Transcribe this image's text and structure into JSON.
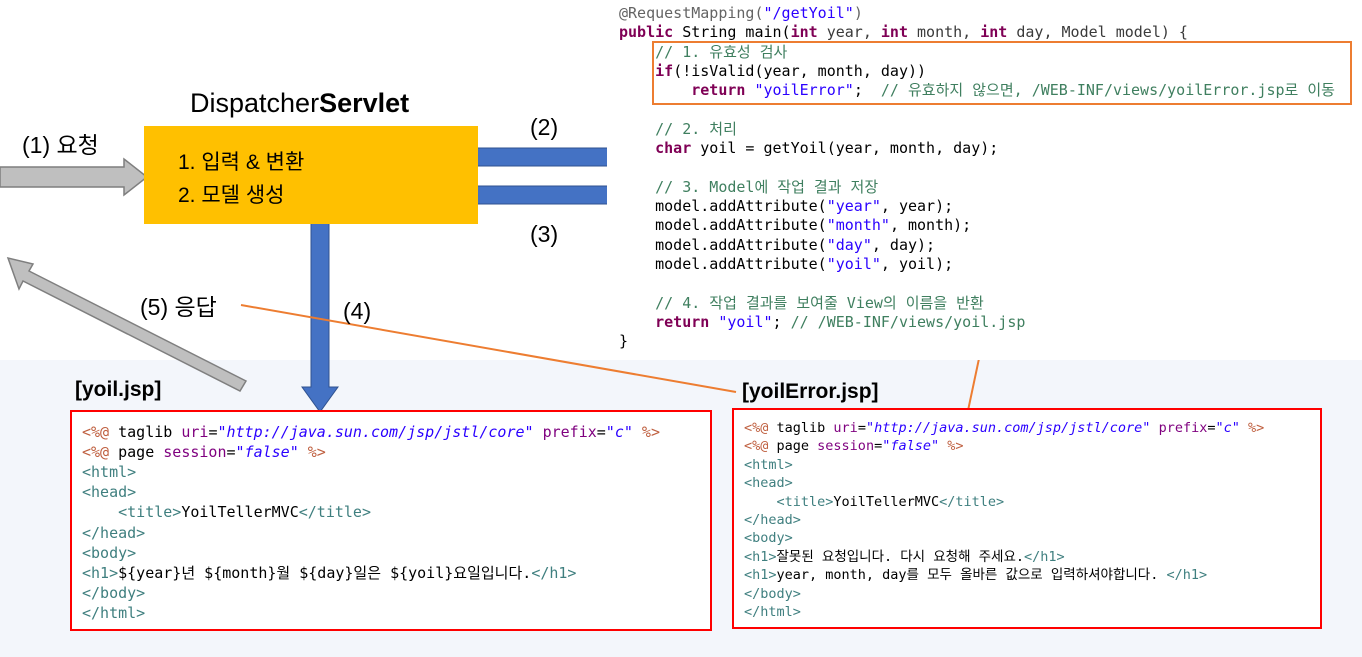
{
  "servlet": {
    "title_plain": "Dispatcher",
    "title_bold": "Servlet",
    "steps": [
      "1. 입력 & 변환",
      "2. 모델 생성"
    ]
  },
  "arrows": {
    "request": "(1) 요청",
    "to_controller": "(2)",
    "from_controller": "(3)",
    "to_view": "(4)",
    "response": "(5) 응답"
  },
  "controller_code": [
    [
      {
        "t": "@RequestMapping(",
        "c": "ann"
      },
      {
        "t": "\"/getYoil\"",
        "c": "str"
      },
      {
        "t": ")",
        "c": "ann"
      }
    ],
    [
      {
        "t": "public",
        "c": "kw"
      },
      {
        "t": " String main(",
        "c": ""
      },
      {
        "t": "int",
        "c": "kw"
      },
      {
        "t": " year, ",
        "c": "varc"
      },
      {
        "t": "int",
        "c": "kw"
      },
      {
        "t": " month, ",
        "c": "varc"
      },
      {
        "t": "int",
        "c": "kw"
      },
      {
        "t": " day, Model model) {",
        "c": "varc"
      }
    ],
    [
      {
        "t": "    // 1. 유효성 검사",
        "c": "cmt"
      }
    ],
    [
      {
        "t": "    ",
        "c": ""
      },
      {
        "t": "if",
        "c": "kw"
      },
      {
        "t": "(!isValid(year, month, day))",
        "c": ""
      }
    ],
    [
      {
        "t": "        ",
        "c": ""
      },
      {
        "t": "return",
        "c": "kw"
      },
      {
        "t": " ",
        "c": ""
      },
      {
        "t": "\"yoilError\"",
        "c": "str"
      },
      {
        "t": ";  ",
        "c": ""
      },
      {
        "t": "// 유효하지 않으면, /WEB-INF/views/yoilError.jsp로 이동",
        "c": "cmt"
      }
    ],
    [],
    [
      {
        "t": "    // 2. 처리",
        "c": "cmt"
      }
    ],
    [
      {
        "t": "    ",
        "c": ""
      },
      {
        "t": "char",
        "c": "kw"
      },
      {
        "t": " yoil = getYoil(year, month, day);",
        "c": ""
      }
    ],
    [],
    [
      {
        "t": "    // 3. Model에 작업 결과 저장",
        "c": "cmt"
      }
    ],
    [
      {
        "t": "    model.addAttribute(",
        "c": ""
      },
      {
        "t": "\"year\"",
        "c": "str"
      },
      {
        "t": ", year);",
        "c": ""
      }
    ],
    [
      {
        "t": "    model.addAttribute(",
        "c": ""
      },
      {
        "t": "\"month\"",
        "c": "str"
      },
      {
        "t": ", month);",
        "c": ""
      }
    ],
    [
      {
        "t": "    model.addAttribute(",
        "c": ""
      },
      {
        "t": "\"day\"",
        "c": "str"
      },
      {
        "t": ", day);",
        "c": ""
      }
    ],
    [
      {
        "t": "    model.addAttribute(",
        "c": ""
      },
      {
        "t": "\"yoil\"",
        "c": "str"
      },
      {
        "t": ", yoil);",
        "c": ""
      }
    ],
    [],
    [
      {
        "t": "    // 4. 작업 결과를 보여줄 View의 이름을 반환",
        "c": "cmt"
      }
    ],
    [
      {
        "t": "    ",
        "c": ""
      },
      {
        "t": "return",
        "c": "kw"
      },
      {
        "t": " ",
        "c": ""
      },
      {
        "t": "\"yoil\"",
        "c": "str"
      },
      {
        "t": "; ",
        "c": ""
      },
      {
        "t": "// /WEB-INF/views/yoil.jsp",
        "c": "cmt"
      }
    ],
    [
      {
        "t": "}",
        "c": ""
      }
    ]
  ],
  "yoil_jsp": {
    "label": "[yoil.jsp]",
    "lines": [
      [
        {
          "t": "<%@",
          "c": "dir"
        },
        {
          "t": " taglib ",
          "c": ""
        },
        {
          "t": "uri",
          "c": "attr"
        },
        {
          "t": "=",
          "c": ""
        },
        {
          "t": "\"http://java.sun.com/jsp/jstl/core\"",
          "c": "aval"
        },
        {
          "t": " ",
          "c": ""
        },
        {
          "t": "prefix",
          "c": "attr"
        },
        {
          "t": "=",
          "c": ""
        },
        {
          "t": "\"c\"",
          "c": "aval"
        },
        {
          "t": " ",
          "c": ""
        },
        {
          "t": "%>",
          "c": "dir"
        }
      ],
      [
        {
          "t": "<%@",
          "c": "dir"
        },
        {
          "t": " page ",
          "c": ""
        },
        {
          "t": "session",
          "c": "attr"
        },
        {
          "t": "=",
          "c": ""
        },
        {
          "t": "\"false\"",
          "c": "aval"
        },
        {
          "t": " ",
          "c": ""
        },
        {
          "t": "%>",
          "c": "dir"
        }
      ],
      [
        {
          "t": "<html>",
          "c": "tag"
        }
      ],
      [
        {
          "t": "<head>",
          "c": "tag"
        }
      ],
      [
        {
          "t": "    ",
          "c": ""
        },
        {
          "t": "<title>",
          "c": "tag"
        },
        {
          "t": "YoilTellerMVC",
          "c": ""
        },
        {
          "t": "</title>",
          "c": "tag"
        }
      ],
      [
        {
          "t": "</head>",
          "c": "tag"
        }
      ],
      [
        {
          "t": "<body>",
          "c": "tag"
        }
      ],
      [
        {
          "t": "<h1>",
          "c": "tag"
        },
        {
          "t": "${year}년 ${month}월 ${day}일은 ${yoil}요일입니다.",
          "c": ""
        },
        {
          "t": "</h1>",
          "c": "tag"
        }
      ],
      [
        {
          "t": "</body>",
          "c": "tag"
        }
      ],
      [
        {
          "t": "</html>",
          "c": "tag"
        }
      ]
    ]
  },
  "yoil_error_jsp": {
    "label": "[yoilError.jsp]",
    "lines": [
      [
        {
          "t": "<%@",
          "c": "dir"
        },
        {
          "t": " taglib ",
          "c": ""
        },
        {
          "t": "uri",
          "c": "attr"
        },
        {
          "t": "=",
          "c": ""
        },
        {
          "t": "\"http://java.sun.com/jsp/jstl/core\"",
          "c": "aval"
        },
        {
          "t": " ",
          "c": ""
        },
        {
          "t": "prefix",
          "c": "attr"
        },
        {
          "t": "=",
          "c": ""
        },
        {
          "t": "\"c\"",
          "c": "aval"
        },
        {
          "t": " ",
          "c": ""
        },
        {
          "t": "%>",
          "c": "dir"
        }
      ],
      [
        {
          "t": "<%@",
          "c": "dir"
        },
        {
          "t": " page ",
          "c": ""
        },
        {
          "t": "session",
          "c": "attr"
        },
        {
          "t": "=",
          "c": ""
        },
        {
          "t": "\"false\"",
          "c": "aval"
        },
        {
          "t": " ",
          "c": ""
        },
        {
          "t": "%>",
          "c": "dir"
        }
      ],
      [
        {
          "t": "<html>",
          "c": "tag"
        }
      ],
      [
        {
          "t": "<head>",
          "c": "tag"
        }
      ],
      [
        {
          "t": "    ",
          "c": ""
        },
        {
          "t": "<title>",
          "c": "tag"
        },
        {
          "t": "YoilTellerMVC",
          "c": ""
        },
        {
          "t": "</title>",
          "c": "tag"
        }
      ],
      [
        {
          "t": "</head>",
          "c": "tag"
        }
      ],
      [
        {
          "t": "<body>",
          "c": "tag"
        }
      ],
      [
        {
          "t": "<h1>",
          "c": "tag"
        },
        {
          "t": "잘못된 요청입니다. 다시 요청해 주세요.",
          "c": ""
        },
        {
          "t": "</h1>",
          "c": "tag"
        }
      ],
      [
        {
          "t": "<h1>",
          "c": "tag"
        },
        {
          "t": "year, month, day를 모두 올바른 값으로 입력하셔야합니다. ",
          "c": ""
        },
        {
          "t": "</h1>",
          "c": "tag"
        }
      ],
      [
        {
          "t": "</body>",
          "c": "tag"
        }
      ],
      [
        {
          "t": "</html>",
          "c": "tag"
        }
      ]
    ]
  },
  "colors": {
    "servlet_box": "#ffc000",
    "blue_arrow": "#4472c4",
    "gray_arrow": "#bfbfbf",
    "orange_line": "#ed7d31",
    "red_border": "#ff0000"
  }
}
